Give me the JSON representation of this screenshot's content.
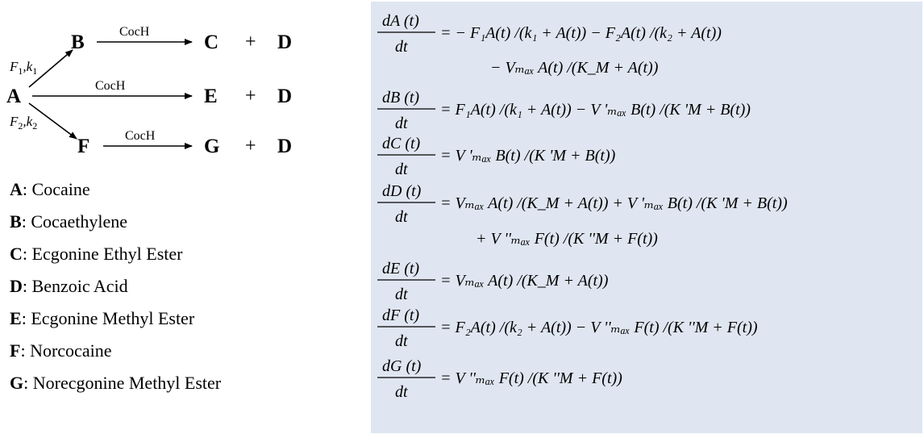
{
  "scheme": {
    "nodes": {
      "a": "A",
      "b": "B",
      "c": "C",
      "d": "D",
      "e": "E",
      "f": "F",
      "g": "G"
    },
    "plus": "+",
    "enzyme": "CocH",
    "rate1": {
      "main": "F",
      "s1": "1",
      "sep": ",",
      "k": "k",
      "s2": "1"
    },
    "rate2": {
      "main": "F",
      "s1": "2",
      "sep": ",",
      "k": "k",
      "s2": "2"
    }
  },
  "legend": [
    {
      "key": "A",
      "sep": ": ",
      "name": "Cocaine"
    },
    {
      "key": "B",
      "sep": ": ",
      "name": "Cocaethylene"
    },
    {
      "key": "C",
      "sep": ": ",
      "name": "Ecgonine Ethyl Ester"
    },
    {
      "key": "D",
      "sep": ": ",
      "name": "Benzoic Acid"
    },
    {
      "key": "E",
      "sep": ": ",
      "name": "Ecgonine Methyl Ester"
    },
    {
      "key": "F",
      "sep": ": ",
      "name": "Norcocaine"
    },
    {
      "key": "G",
      "sep": ": ",
      "name": "Norecgonine Methyl Ester"
    }
  ],
  "equations": {
    "colors": {
      "panel": "#dfe6f1"
    },
    "eq_a": {
      "num": "dA (t)",
      "den": "dt",
      "rhs": "= − F₁A(t) /(k₁ + A(t)) − F₂A(t) /(k₂ + A(t))",
      "cont": "− Vₘₐₓ A(t) /(K_M + A(t))"
    },
    "eq_b": {
      "num": "dB (t)",
      "den": "dt",
      "rhs": "= F₁A(t) /(k₁ + A(t)) − V 'ₘₐₓ B(t) /(K 'M + B(t))"
    },
    "eq_c": {
      "num": "dC (t)",
      "den": "dt",
      "rhs": "= V 'ₘₐₓ B(t) /(K 'M + B(t))"
    },
    "eq_d": {
      "num": "dD (t)",
      "den": "dt",
      "rhs": "= Vₘₐₓ A(t) /(K_M + A(t)) + V 'ₘₐₓ B(t) /(K 'M + B(t))",
      "cont": "+ V ''ₘₐₓ F(t) /(K ''M + F(t))"
    },
    "eq_e": {
      "num": "dE (t)",
      "den": "dt",
      "rhs": "= Vₘₐₓ A(t) /(K_M + A(t))"
    },
    "eq_f": {
      "num": "dF (t)",
      "den": "dt",
      "rhs": "= F₂A(t) /(k₂ + A(t)) − V ''ₘₐₓ F(t) /(K ''M + F(t))"
    },
    "eq_g": {
      "num": "dG (t)",
      "den": "dt",
      "rhs": "= V ''ₘₐₓ F(t) /(K ''M + F(t))"
    }
  }
}
